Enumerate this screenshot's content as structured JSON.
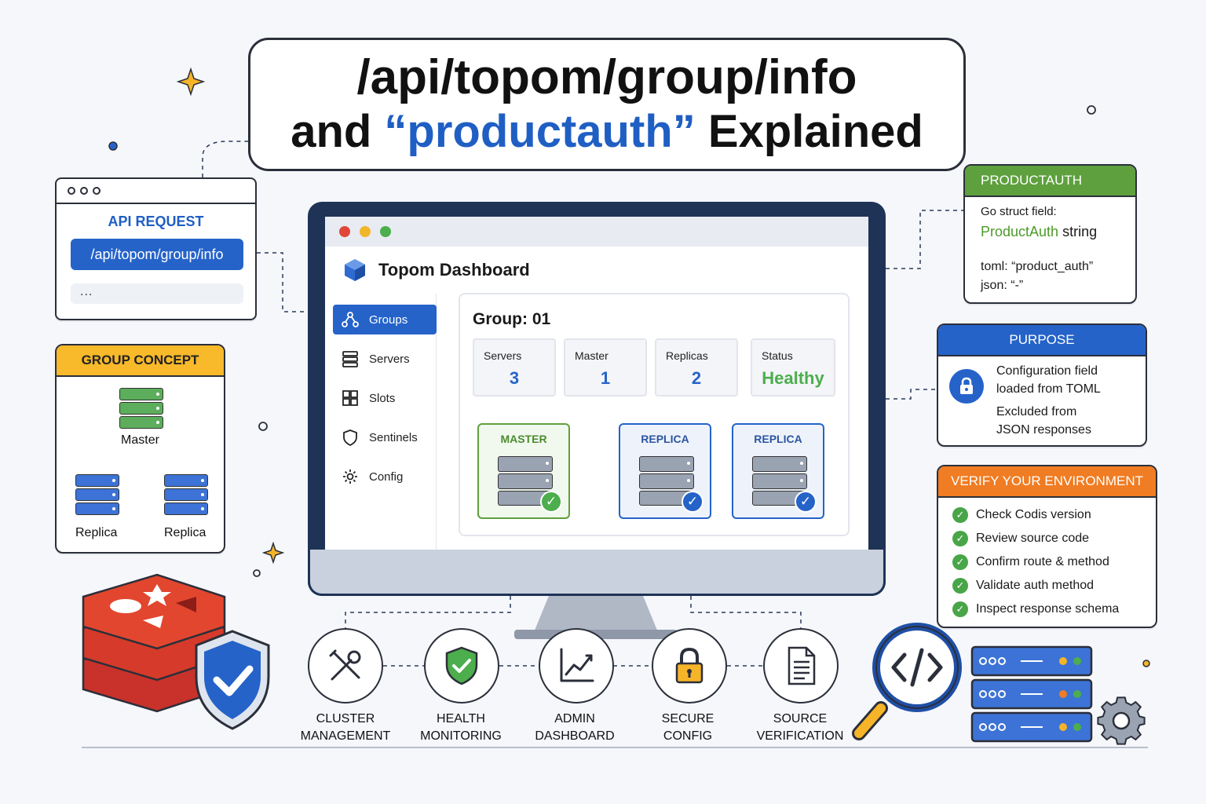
{
  "title": {
    "line1": "/api/topom/group/info",
    "line2_prefix": "and ",
    "line2_highlight": "“productauth”",
    "line2_suffix": " Explained"
  },
  "api_request": {
    "label": "API REQUEST",
    "route": "/api/topom/group/info",
    "more": "..."
  },
  "group_concept": {
    "header": "GROUP CONCEPT",
    "master_label": "Master",
    "replica_left": "Replica",
    "replica_right": "Replica"
  },
  "dashboard": {
    "app_title": "Topom Dashboard",
    "nav": [
      {
        "label": "Groups",
        "icon": "groups-icon",
        "active": true
      },
      {
        "label": "Servers",
        "icon": "servers-icon",
        "active": false
      },
      {
        "label": "Slots",
        "icon": "slots-icon",
        "active": false
      },
      {
        "label": "Sentinels",
        "icon": "shield-icon",
        "active": false
      },
      {
        "label": "Config",
        "icon": "gear-icon",
        "active": false
      }
    ],
    "group_title": "Group: 01",
    "stats": [
      {
        "label": "Servers",
        "value": "3"
      },
      {
        "label": "Master",
        "value": "1"
      },
      {
        "label": "Replicas",
        "value": "2"
      },
      {
        "label": "Status",
        "value": "Healthy"
      }
    ],
    "nodes": [
      {
        "label": "MASTER"
      },
      {
        "label": "REPLICA"
      },
      {
        "label": "REPLICA"
      }
    ]
  },
  "productauth": {
    "header": "PRODUCTAUTH",
    "struct_label": "Go struct field:",
    "field_name": "ProductAuth",
    "field_type": "string",
    "toml": "toml: “product_auth”",
    "json": "json: “-”"
  },
  "purpose": {
    "header": "PURPOSE",
    "line1": "Configuration field",
    "line2": "loaded from TOML",
    "line3": "Excluded from",
    "line4": "JSON responses"
  },
  "verify": {
    "header": "VERIFY YOUR ENVIRONMENT",
    "items": [
      "Check Codis version",
      "Review source code",
      "Confirm route & method",
      "Validate auth method",
      "Inspect response schema"
    ]
  },
  "features": [
    {
      "line1": "CLUSTER",
      "line2": "MANAGEMENT"
    },
    {
      "line1": "HEALTH",
      "line2": "MONITORING"
    },
    {
      "line1": "ADMIN",
      "line2": "DASHBOARD"
    },
    {
      "line1": "SECURE",
      "line2": "CONFIG"
    },
    {
      "line1": "SOURCE",
      "line2": "VERIFICATION"
    }
  ],
  "colors": {
    "accent_blue": "#2563c9",
    "title_blue": "#1f5fc4",
    "green": "#5ea03e",
    "orange": "#f07c23",
    "yellow": "#f8b92a",
    "redis_red": "#d63a2a"
  }
}
